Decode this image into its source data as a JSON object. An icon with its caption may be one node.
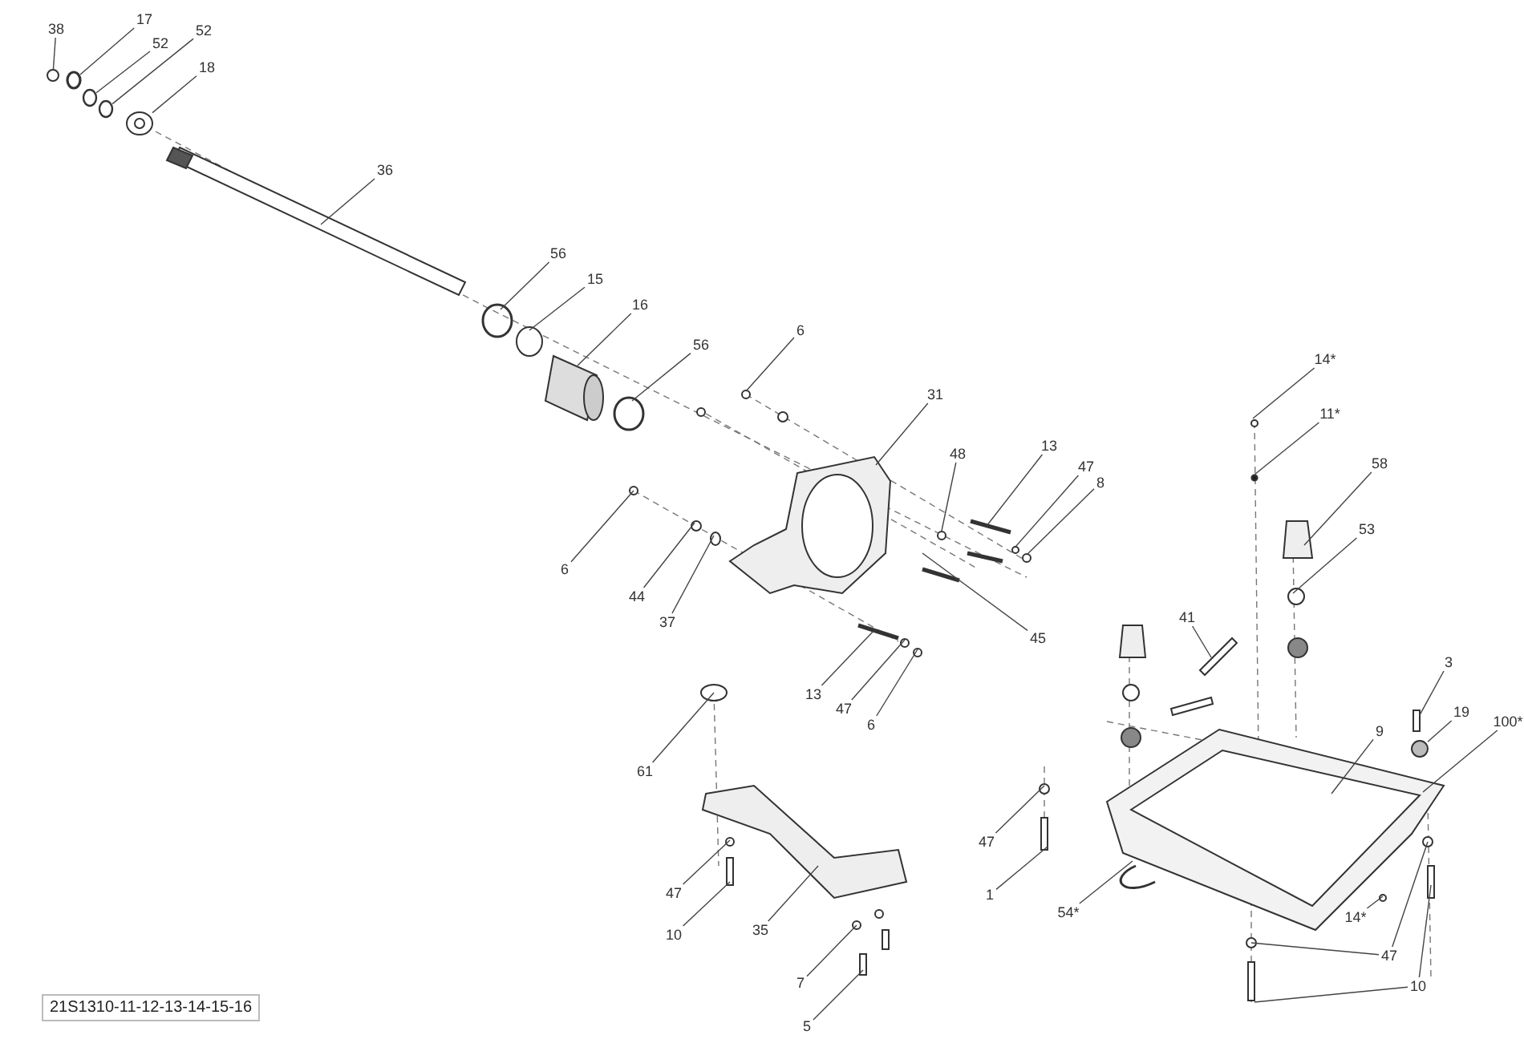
{
  "diagram": {
    "nodes": [
      {
        "text": [
          "38"
        ]
      },
      {
        "text": [
          "17"
        ]
      },
      {
        "text": [
          "52"
        ]
      },
      {
        "text": [
          "52"
        ]
      },
      {
        "text": [
          "18"
        ]
      },
      {
        "text": [
          "36"
        ]
      },
      {
        "text": [
          "56"
        ]
      },
      {
        "text": [
          "15"
        ]
      },
      {
        "text": [
          "16"
        ]
      },
      {
        "text": [
          "56"
        ]
      },
      {
        "text": [
          "6"
        ]
      },
      {
        "text": [
          "31"
        ]
      },
      {
        "text": [
          "48"
        ]
      },
      {
        "text": [
          "13"
        ]
      },
      {
        "text": [
          "47"
        ]
      },
      {
        "text": [
          "8"
        ]
      },
      {
        "text": [
          "6"
        ]
      },
      {
        "text": [
          "44"
        ]
      },
      {
        "text": [
          "37"
        ]
      },
      {
        "text": [
          "45"
        ]
      },
      {
        "text": [
          "13"
        ]
      },
      {
        "text": [
          "47"
        ]
      },
      {
        "text": [
          "6"
        ]
      },
      {
        "text": [
          "14*"
        ]
      },
      {
        "text": [
          "11*"
        ]
      },
      {
        "text": [
          "58"
        ]
      },
      {
        "text": [
          "53"
        ]
      },
      {
        "text": [
          "41"
        ]
      },
      {
        "text": [
          "3"
        ]
      },
      {
        "text": [
          "19"
        ]
      },
      {
        "text": [
          "100*"
        ]
      },
      {
        "text": [
          "9"
        ]
      },
      {
        "text": [
          "61"
        ]
      },
      {
        "text": [
          "47"
        ]
      },
      {
        "text": [
          "1"
        ]
      },
      {
        "text": [
          "54*"
        ]
      },
      {
        "text": [
          "14*"
        ]
      },
      {
        "text": [
          "47"
        ]
      },
      {
        "text": [
          "10"
        ]
      },
      {
        "text": [
          "47"
        ]
      },
      {
        "text": [
          "10"
        ]
      },
      {
        "text": [
          "35"
        ]
      },
      {
        "text": [
          "7"
        ]
      },
      {
        "text": [
          "5"
        ]
      },
      {
        "text": [],
        "shape": "circle"
      },
      {
        "text": [],
        "shape": "circle"
      },
      {
        "text": [],
        "shape": "circle"
      },
      {
        "text": [],
        "shape": "circle"
      },
      {
        "text": [],
        "shape": "circle"
      },
      {
        "text": [],
        "shape": "box"
      },
      {
        "text": [],
        "shape": "circle"
      }
    ],
    "edges": [
      {
        "from": 0,
        "to": 44,
        "arrow": "none"
      },
      {
        "from": 1,
        "to": 45,
        "arrow": "none"
      },
      {
        "from": 2,
        "to": 46,
        "arrow": "none"
      },
      {
        "from": 3,
        "to": 47,
        "arrow": "none"
      },
      {
        "from": 4,
        "to": 48,
        "arrow": "none"
      },
      {
        "from": 5,
        "to": null,
        "arrow": "none"
      },
      {
        "from": 6,
        "to": null,
        "arrow": "none"
      },
      {
        "from": 7,
        "to": null,
        "arrow": "none"
      },
      {
        "from": 8,
        "to": null,
        "arrow": "none"
      },
      {
        "from": 9,
        "to": null,
        "arrow": "none"
      },
      {
        "from": 10,
        "to": null,
        "arrow": "none"
      },
      {
        "from": 11,
        "to": null,
        "arrow": "none"
      },
      {
        "from": 12,
        "to": null,
        "arrow": "none"
      },
      {
        "from": 13,
        "to": null,
        "arrow": "none"
      },
      {
        "from": 14,
        "to": null,
        "arrow": "none"
      },
      {
        "from": 15,
        "to": null,
        "arrow": "none"
      },
      {
        "from": 16,
        "to": null,
        "arrow": "none"
      },
      {
        "from": 17,
        "to": null,
        "arrow": "none"
      },
      {
        "from": 18,
        "to": null,
        "arrow": "none"
      },
      {
        "from": 19,
        "to": null,
        "arrow": "none"
      },
      {
        "from": 20,
        "to": null,
        "arrow": "none"
      },
      {
        "from": 21,
        "to": null,
        "arrow": "none"
      },
      {
        "from": 22,
        "to": null,
        "arrow": "none"
      },
      {
        "from": 23,
        "to": null,
        "arrow": "none"
      },
      {
        "from": 24,
        "to": null,
        "arrow": "none"
      },
      {
        "from": 25,
        "to": null,
        "arrow": "none"
      },
      {
        "from": 26,
        "to": null,
        "arrow": "none"
      },
      {
        "from": 27,
        "to": null,
        "arrow": "none"
      },
      {
        "from": 28,
        "to": 49,
        "arrow": "none"
      },
      {
        "from": 29,
        "to": 50,
        "arrow": "none"
      },
      {
        "from": 30,
        "to": null,
        "arrow": "none"
      },
      {
        "from": 31,
        "to": null,
        "arrow": "none"
      },
      {
        "from": 32,
        "to": null,
        "arrow": "none"
      },
      {
        "from": 33,
        "to": null,
        "arrow": "none"
      },
      {
        "from": 34,
        "to": null,
        "arrow": "none"
      },
      {
        "from": 35,
        "to": null,
        "arrow": "none"
      },
      {
        "from": 36,
        "to": null,
        "arrow": "none"
      },
      {
        "from": 37,
        "to": null,
        "arrow": "none"
      },
      {
        "from": 37,
        "to": null,
        "arrow": "none"
      },
      {
        "from": 38,
        "to": null,
        "arrow": "none"
      },
      {
        "from": 38,
        "to": null,
        "arrow": "none"
      },
      {
        "from": 39,
        "to": null,
        "arrow": "none"
      },
      {
        "from": 40,
        "to": null,
        "arrow": "none"
      },
      {
        "from": 41,
        "to": null,
        "arrow": "none"
      },
      {
        "from": 42,
        "to": null,
        "arrow": "none"
      },
      {
        "from": 43,
        "to": null,
        "arrow": "none"
      }
    ],
    "labels": [
      "21S1310-11-12-13-14-15-16"
    ]
  }
}
